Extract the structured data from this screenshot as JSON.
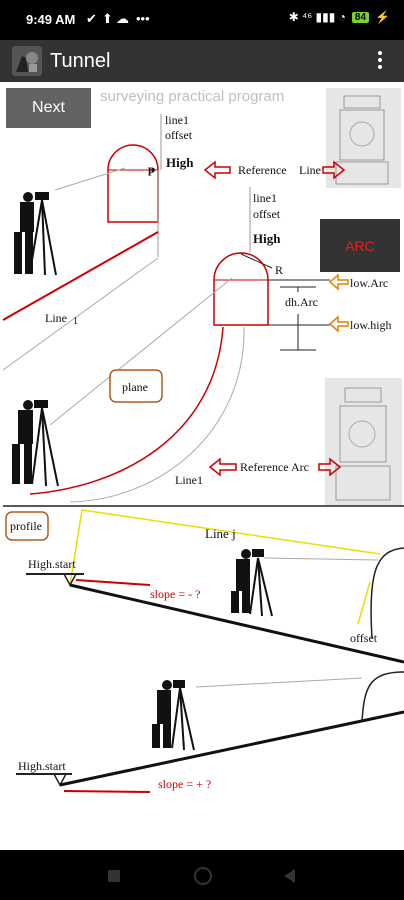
{
  "status": {
    "time": "9:49 AM",
    "indicators": [
      "✔",
      "⬆",
      "☁",
      "•••"
    ],
    "right": "✱ ⁴⁶ ▮▮▮ ◔",
    "battery": "84"
  },
  "appbar": {
    "title": "Tunnel"
  },
  "buttons": {
    "next": "Next",
    "arc": "ARC"
  },
  "header_text": "surveying practical program",
  "diagram": {
    "line1": "line1",
    "offset": "offset",
    "high": "High",
    "p": "p",
    "reference": "Reference",
    "line_right": "Line",
    "r": "R",
    "dh_arc": "dh.Arc",
    "low_arc": "low.Arc",
    "low_high": "low.high",
    "line_1a": "Line",
    "line_1a_sub": "1",
    "plane": "plane",
    "reference_arc": "Reference  Arc",
    "line1_bottom": "Line1",
    "profile": "profile",
    "line_j": "Line j",
    "high_start_top": "High.start",
    "slope_neg": "slope = - ?",
    "offset_bottom": "offset",
    "high_start_bottom": "High.start",
    "slope_pos": "slope = + ?"
  }
}
